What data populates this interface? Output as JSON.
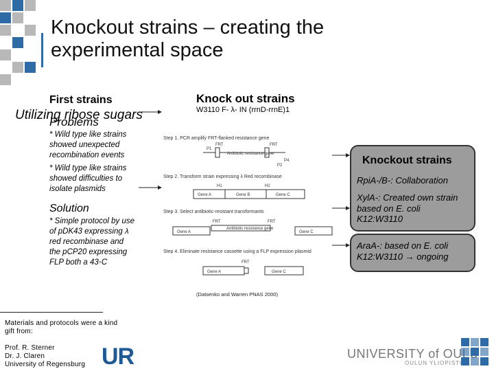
{
  "title": {
    "line1": "Knockout strains – creating the",
    "line2": "experimental space"
  },
  "left": {
    "first_strains": "First strains",
    "utilizing": "Utilizing ribose sugars",
    "problems": "Problems",
    "problem1": [
      "* Wild type like strains",
      "showed unexpected",
      "recombination events"
    ],
    "problem2": [
      "* Wild type like strains",
      "showed difficulties to",
      "isolate plasmids"
    ],
    "solution": "Solution",
    "solution_text": [
      "* Simple protocol by use",
      "of pDK43 expressing λ",
      "red recombinase and",
      "the pCP20 expressing",
      "FLP both a 43◦C"
    ]
  },
  "middle": {
    "heading": "Knock out strains",
    "strain": "W3110 F- λ- IN (rrnD-rrnE)1",
    "figure": {
      "step1": "Step 1. PCR amplify FRT-flanked resistance gene",
      "step2": "Step 2. Transform strain expressing λ Red recombinase",
      "step3": "Step 3. Select antibiotic-resistant transformants",
      "step4": "Step 4. Eliminate resistance cassette using a FLP expression plasmid",
      "frt": "FRT",
      "p1": "P1",
      "p2": "P2",
      "p4": "P4",
      "h1": "H1",
      "h2": "H2",
      "resistance_gene": "Antibiotic resistance gene",
      "gene_a": "Gene A",
      "gene_b": "Gene B",
      "gene_c": "Gene C",
      "citation": "(Datsenko and Warren PNAS 2000)"
    }
  },
  "right": {
    "box_title": "Knockout strains",
    "rpia": "RpiA-/B-: Collaboration",
    "xyla": [
      "XylA-: Created own strain",
      "based on E. coli",
      "K12:W3110"
    ],
    "araa": [
      "AraA-: based on E. coli",
      "K12:W3110  → ongoing"
    ]
  },
  "footer": {
    "ack": [
      "Materials and protocols were a kind",
      "gift from:"
    ],
    "names": [
      "Prof. R. Sterner",
      "Dr. J. Claren",
      "University of Regensburg"
    ],
    "ur_logo": "UR",
    "university": "UNIVERSITY of OULU",
    "university_sub": "OULUN YLIOPISTO"
  },
  "colors": {
    "blue": "#2e6aa5",
    "grey_square": "#b8b8b8",
    "box_fill": "#9c9c9c"
  }
}
